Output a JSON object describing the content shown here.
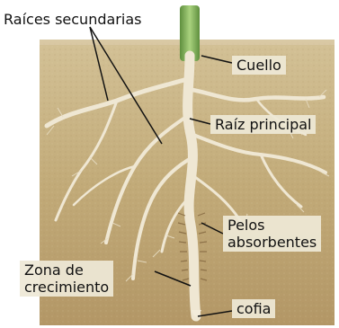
{
  "figure": {
    "colors": {
      "soil_top": "#cbb78b",
      "soil_bottom": "#b59a66",
      "root": "#ece4d0",
      "stem": "#7fae58",
      "label_box": "#eee8d6"
    }
  },
  "labels": {
    "raices_secundarias": "Raíces secundarias",
    "cuello": "Cuello",
    "raiz_principal": "Raíz principal",
    "pelos_line1": "Pelos",
    "pelos_line2": "absorbentes",
    "zona_line1": "Zona de",
    "zona_line2": "crecimiento",
    "cofia": "cofia"
  }
}
